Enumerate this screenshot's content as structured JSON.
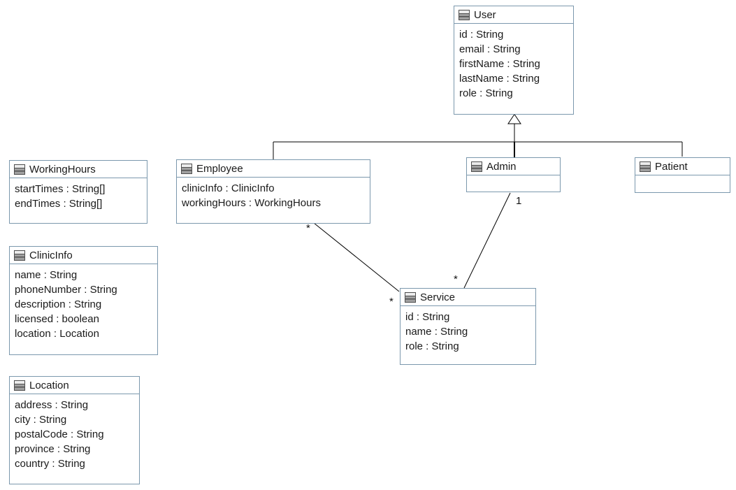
{
  "classes": {
    "user": {
      "name": "User",
      "attributes": [
        "id : String",
        "email : String",
        "firstName : String",
        "lastName : String",
        "role : String"
      ]
    },
    "workingHours": {
      "name": "WorkingHours",
      "attributes": [
        "startTimes : String[]",
        "endTimes : String[]"
      ]
    },
    "employee": {
      "name": "Employee",
      "attributes": [
        "clinicInfo : ClinicInfo",
        "workingHours : WorkingHours"
      ]
    },
    "admin": {
      "name": "Admin",
      "attributes": []
    },
    "patient": {
      "name": "Patient",
      "attributes": []
    },
    "clinicInfo": {
      "name": "ClinicInfo",
      "attributes": [
        "name : String",
        "phoneNumber : String",
        "description : String",
        "licensed : boolean",
        "location : Location"
      ]
    },
    "location": {
      "name": "Location",
      "attributes": [
        "address : String",
        "city : String",
        "postalCode : String",
        "province : String",
        "country : String"
      ]
    },
    "service": {
      "name": "Service",
      "attributes": [
        "id : String",
        "name : String",
        "role : String"
      ]
    }
  },
  "relationships": {
    "generalization": {
      "type": "generalization",
      "parent": "User",
      "children": [
        "Employee",
        "Admin",
        "Patient"
      ]
    },
    "employee_service": {
      "type": "association",
      "from": "Employee",
      "to": "Service",
      "from_multiplicity": "*",
      "to_multiplicity": "*"
    },
    "admin_service": {
      "type": "association",
      "from": "Admin",
      "to": "Service",
      "from_multiplicity": "1",
      "to_multiplicity": "*"
    }
  },
  "colors": {
    "box_border": "#7b98ad",
    "box_background": "#ffffff",
    "text": "#1a1a1a",
    "edge": "#000000",
    "icon_fill": "#a0a0a0",
    "icon_border": "#4f4f4f",
    "canvas_background": "#ffffff"
  }
}
